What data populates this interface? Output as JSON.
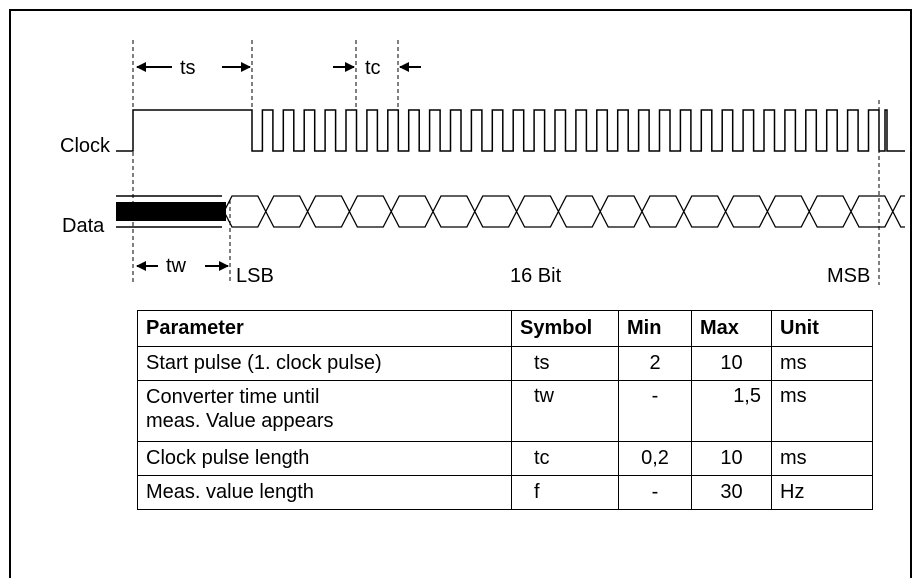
{
  "signals": {
    "clock_label": "Clock",
    "data_label": "Data"
  },
  "timing_labels": {
    "ts": "ts",
    "tc": "tc",
    "tw": "tw",
    "lsb": "LSB",
    "bits": "16 Bit",
    "msb": "MSB"
  },
  "table": {
    "headers": [
      "Parameter",
      "Symbol",
      "Min",
      "Max",
      "Unit"
    ],
    "rows": [
      [
        "Start pulse (1. clock pulse)",
        "ts",
        "2",
        "10",
        "ms"
      ],
      [
        "Converter time until\nmeas. Value appears",
        "tw",
        "-",
        "1,5",
        "ms"
      ],
      [
        "Clock pulse length",
        "tc",
        "0,2",
        "10",
        "ms"
      ],
      [
        "Meas. value length",
        "f",
        "-",
        "30",
        "Hz"
      ]
    ]
  }
}
